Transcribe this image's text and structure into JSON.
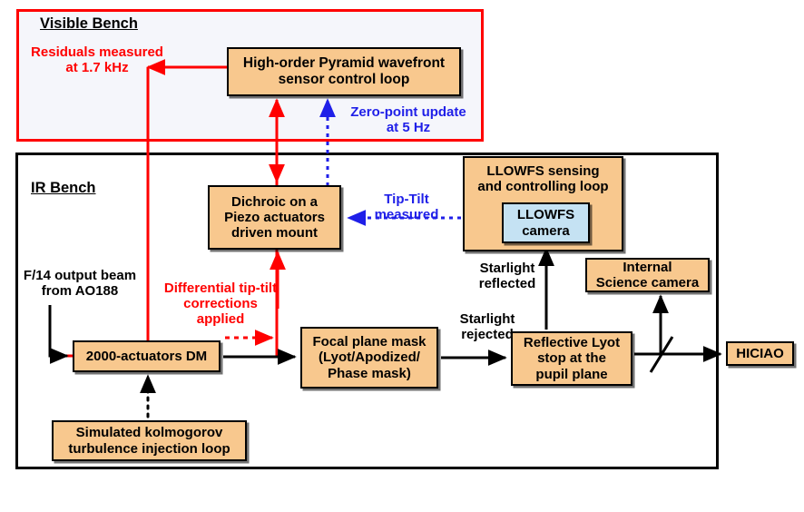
{
  "diagram": {
    "title": "SCExAO optical bench block diagram",
    "colors": {
      "box_fill": "#f8c88e",
      "box_fill_alt": "#c5e2f3",
      "red": "#ff0000",
      "blue": "#1f1fe8",
      "black": "#000000",
      "visible_bench_bg": "#f5f6fb"
    },
    "frames": [
      {
        "name": "visible-bench",
        "title": "Visible Bench",
        "border_color": "#ff0000"
      },
      {
        "name": "ir-bench",
        "title": "IR Bench",
        "border_color": "#000000"
      }
    ],
    "boxes": {
      "pyramid": "High-order Pyramid wavefront\nsensor control loop",
      "dichroic": "Dichroic on a\nPiezo actuators\ndriven mount",
      "llowfs_loop": "LLOWFS sensing\nand controlling loop",
      "llowfs_camera": "LLOWFS\ncamera",
      "dm": "2000-actuators DM",
      "focal_plane_mask": "Focal plane mask\n(Lyot/Apodized/\nPhase mask)",
      "lyot_stop": "Reflective Lyot\nstop at the\npupil plane",
      "internal_science_camera": "Internal\nScience camera",
      "kolmogorov": "Simulated kolmogorov\nturbulence injection loop",
      "hiciao": "HICIAO"
    },
    "labels": {
      "residuals": "Residuals measured\nat 1.7 kHz",
      "zero_point": "Zero-point update\nat 5 Hz",
      "tip_tilt": "Tip-Tilt\nmeasured",
      "differential": "Differential tip-tilt\ncorrections\napplied",
      "input_beam": "F/14 output beam\nfrom AO188",
      "starlight_reflected": "Starlight\nreflected",
      "starlight_rejected": "Starlight\nrejected"
    },
    "connectors": [
      {
        "name": "pyramid-to-dm-residuals",
        "style": "solid",
        "color": "#ff0000"
      },
      {
        "name": "dm-to-pyramid",
        "style": "solid",
        "color": "#ff0000"
      },
      {
        "name": "dichroic-to-pyramid-zeropoint",
        "style": "dotted",
        "color": "#1f1fe8"
      },
      {
        "name": "llowfs-to-dichroic-tiptilt",
        "style": "dotted",
        "color": "#1f1fe8"
      },
      {
        "name": "dichroic-tiptilt-to-dm",
        "style": "dotted",
        "color": "#ff0000"
      },
      {
        "name": "input-beam-to-dm",
        "style": "solid",
        "color": "#000000"
      },
      {
        "name": "dm-to-focal-plane-mask",
        "style": "solid",
        "color": "#000000"
      },
      {
        "name": "focal-plane-mask-to-lyot",
        "style": "solid",
        "color": "#000000"
      },
      {
        "name": "lyot-to-llowfs-camera",
        "style": "solid",
        "color": "#000000"
      },
      {
        "name": "beamsplitter-to-internal-science-camera",
        "style": "solid",
        "color": "#000000"
      },
      {
        "name": "lyot-to-hiciao",
        "style": "solid",
        "color": "#000000"
      },
      {
        "name": "kolmogorov-to-dm",
        "style": "dotted",
        "color": "#000000"
      }
    ]
  }
}
